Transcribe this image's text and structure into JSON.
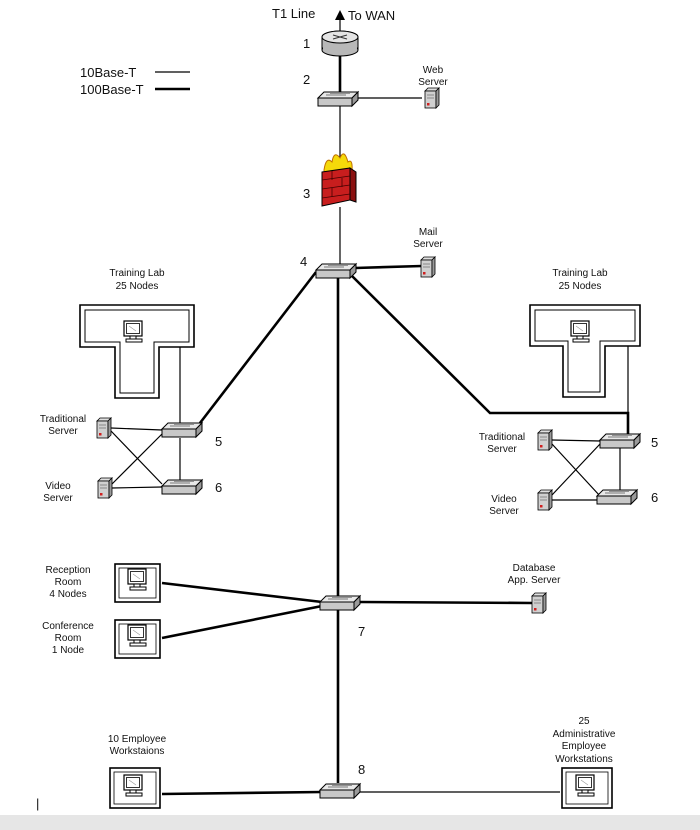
{
  "top": {
    "t1_line": "T1 Line",
    "to_wan": "To WAN"
  },
  "legend": {
    "thin_label": "10Base-T",
    "thick_label": "100Base-T"
  },
  "numbers": {
    "router": "1",
    "switch_top": "2",
    "firewall": "3",
    "switch_core": "4",
    "switch_left_5": "5",
    "switch_left_6": "6",
    "switch_right_5": "5",
    "switch_right_6": "6",
    "switch_mid": "7",
    "switch_bottom": "8"
  },
  "labels": {
    "web_server": [
      "Web",
      "Server"
    ],
    "mail_server": [
      "Mail",
      "Server"
    ],
    "training_lab_left": [
      "Training Lab",
      "25 Nodes"
    ],
    "training_lab_right": [
      "Training Lab",
      "25 Nodes"
    ],
    "traditional_server_left": [
      "Traditional",
      "Server"
    ],
    "video_server_left": [
      "Video",
      "Server"
    ],
    "traditional_server_right": [
      "Traditional",
      "Server"
    ],
    "video_server_right": [
      "Video",
      "Server"
    ],
    "reception_room": [
      "Reception",
      "Room",
      "4 Nodes"
    ],
    "conference_room": [
      "Conference",
      "Room",
      "1 Node"
    ],
    "database_server": [
      "Database",
      "App. Server"
    ],
    "employee_workstations": [
      "10 Employee",
      "Workstaions"
    ],
    "admin_workstations": [
      "25",
      "Administrative",
      "Employee",
      "Workstations"
    ]
  },
  "marker": "|",
  "colors": {
    "line": "#000000",
    "firewall_red": "#c81e1e",
    "firewall_yellow": "#f5d90a",
    "device_grey": "#c8c8c8",
    "server_red": "#d02020"
  }
}
